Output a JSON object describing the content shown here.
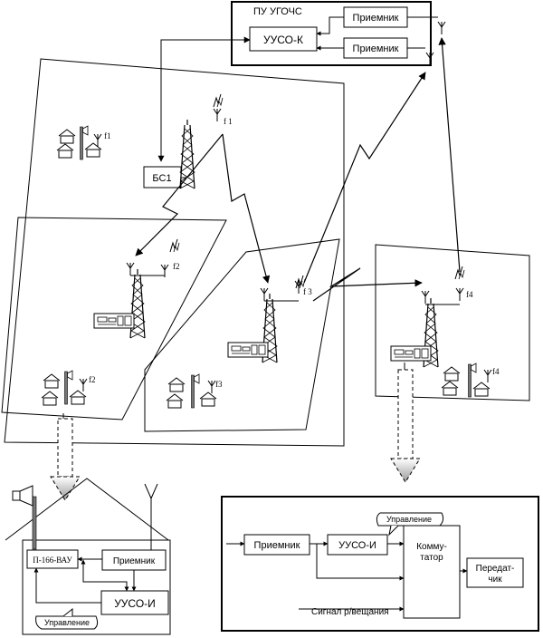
{
  "hq": {
    "title": "ПУ УГОЧС",
    "uuso_k": "УУСО-К",
    "receiver_top": "Приемник",
    "receiver_bottom": "Приемник"
  },
  "bs": {
    "label": "БС1"
  },
  "freq": {
    "f1_tower": "f 1",
    "f1_house": "f1",
    "f2_tower": "f2",
    "f2_house": "f2",
    "f3_tower": "f 3",
    "f3_house": "f3",
    "f4_tower": "f4",
    "f4_house": "f4"
  },
  "house_box": {
    "p166": "П-166-ВАУ",
    "receiver": "Приемник",
    "uuso_i": "УУСО-И",
    "control": "Управление"
  },
  "relay_box": {
    "receiver": "Приемник",
    "uuso_i": "УУСО-И",
    "control": "Управление",
    "switch_line1": "Комму-",
    "switch_line2": "татор",
    "transmitter_line1": "Передат-",
    "transmitter_line2": "чик",
    "broadcast_signal": "Сигнал р/вещания"
  }
}
